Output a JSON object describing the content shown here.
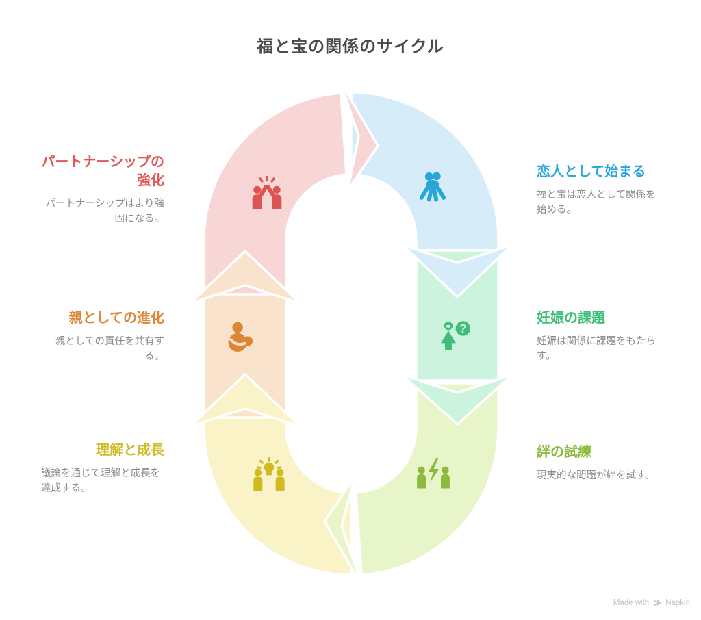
{
  "title": "福と宝の関係のサイクル",
  "steps": [
    {
      "id": "start",
      "title": "恋人として始まる",
      "body": "福と宝は恋人として関係を始める。",
      "accent": "#28A6DA",
      "fill": "#D6EDF9",
      "icon": "couple-hug-icon"
    },
    {
      "id": "pregnancy",
      "title": "妊娠の課題",
      "body": "妊娠は関係に課題をもたらす。",
      "accent": "#3FBE78",
      "fill": "#CCF3DD",
      "icon": "pregnancy-question-icon",
      "icon_glyph": "?"
    },
    {
      "id": "bond-test",
      "title": "絆の試練",
      "body": "現実的な問題が絆を試す。",
      "accent": "#8CBA3E",
      "fill": "#E8F5C8",
      "icon": "conflict-lightning-icon"
    },
    {
      "id": "understanding",
      "title": "理解と成長",
      "body": "議論を通じて理解と成長を達成する。",
      "accent": "#D0BC23",
      "fill": "#FAF3C7",
      "icon": "idea-team-icon"
    },
    {
      "id": "parenthood",
      "title": "親としての進化",
      "body": "親としての責任を共有する。",
      "accent": "#DE8638",
      "fill": "#FAE3CC",
      "icon": "parent-baby-icon"
    },
    {
      "id": "partnership",
      "title": "パートナーシップの強化",
      "body": "パートナーシップはより強固になる。",
      "accent": "#E25858",
      "fill": "#F9D6D6",
      "icon": "high-five-icon"
    }
  ],
  "footer": {
    "made_with": "Made with",
    "brand": "Napkin"
  },
  "colors": {
    "background": "#FFFFFF",
    "heading": "#4A4A4A",
    "body_text": "#8A8A8A"
  }
}
